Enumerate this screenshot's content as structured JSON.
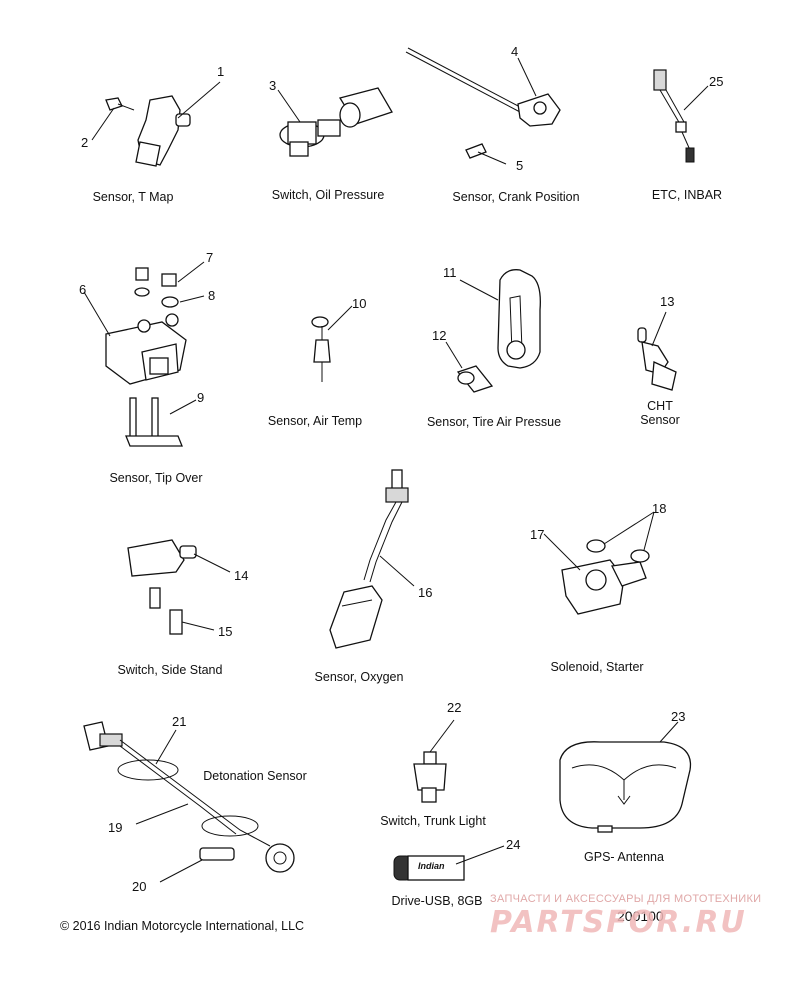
{
  "diagram": {
    "captions": {
      "t_map": "Sensor, T Map",
      "oil_pressure": "Switch, Oil Pressure",
      "crank_position": "Sensor, Crank Position",
      "etc_inbar": "ETC, INBAR",
      "tip_over": "Sensor, Tip Over",
      "air_temp": "Sensor, Air Temp",
      "tire_air_pressure": "Sensor, Tire Air Pressue",
      "cht_line1": "CHT",
      "cht_line2": "Sensor",
      "side_stand": "Switch, Side Stand",
      "oxygen": "Sensor, Oxygen",
      "starter_solenoid": "Solenoid, Starter",
      "detonation": "Detonation Sensor",
      "trunk_light": "Switch, Trunk Light",
      "gps_antenna": "GPS- Antenna",
      "drive_usb": "Drive-USB, 8GB"
    },
    "callouts": [
      "1",
      "2",
      "3",
      "4",
      "5",
      "25",
      "6",
      "7",
      "8",
      "9",
      "10",
      "11",
      "12",
      "13",
      "14",
      "15",
      "16",
      "17",
      "18",
      "19",
      "20",
      "21",
      "22",
      "23",
      "24"
    ],
    "copyright": "© 2016 Indian Motorcycle International, LLC",
    "figure_number": "200100",
    "usb_brand": "Indian",
    "watermark_line1": "ЗАПЧАСТИ И АКСЕССУАРЫ ДЛЯ МОТОТЕХНИКИ",
    "watermark_line2": "PARTSFOR.RU"
  }
}
